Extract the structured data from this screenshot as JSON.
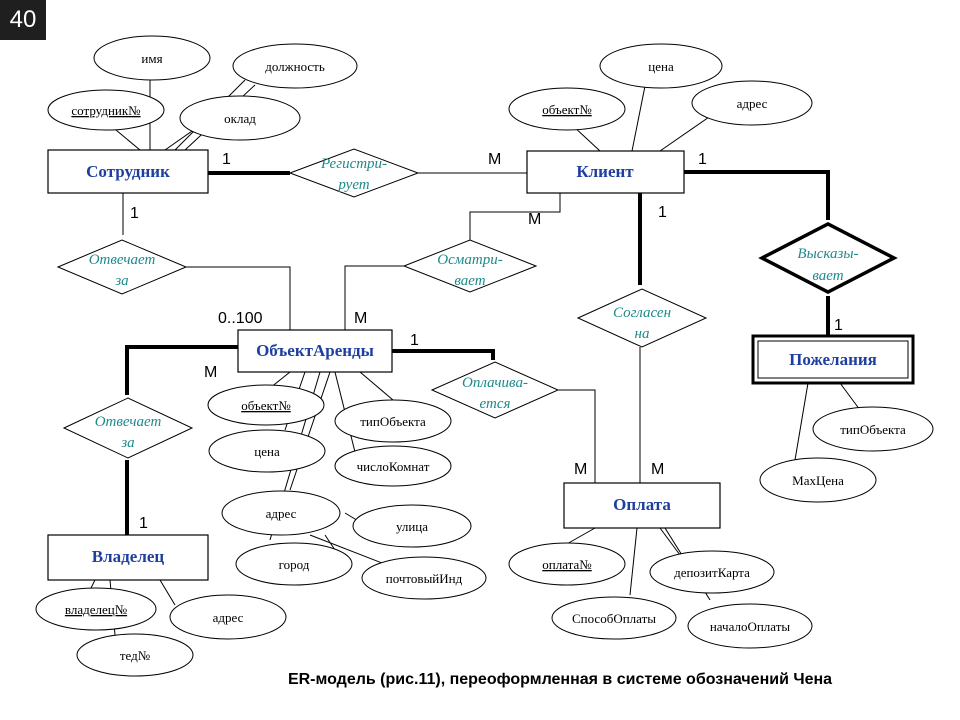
{
  "slide_number": "40",
  "caption": "ER-модель (рис.11), переоформленная в системе обозначений Чена",
  "entities": {
    "employee": "Сотрудник",
    "client": "Клиент",
    "property": "ОбъектАренды",
    "owner": "Владелец",
    "payment": "Оплата",
    "wishes": "Пожелания"
  },
  "relationships": {
    "registers": [
      "Регистри-",
      "рует"
    ],
    "responsible_top": [
      "Отвечает",
      "за"
    ],
    "views": [
      "Осматри-",
      "вает"
    ],
    "agreed": [
      "Согласен",
      "на"
    ],
    "expresses": [
      "Высказы-",
      "вает"
    ],
    "paid": [
      "Оплачива-",
      "ется"
    ],
    "responsible_bottom": [
      "Отвечает",
      "за"
    ]
  },
  "attributes": {
    "emp_name": "имя",
    "emp_position": "должность",
    "emp_id": "сотрудник№",
    "emp_salary": "оклад",
    "cl_price": "цена",
    "cl_address": "адрес",
    "cl_object": "объект№",
    "pr_object": "объект№",
    "pr_type": "типОбъекта",
    "pr_price": "цена",
    "pr_rooms": "числоКомнат",
    "pr_address": "адрес",
    "pr_street": "улица",
    "pr_city": "город",
    "pr_postcode": "почтовыйИнд",
    "ow_id": "владелец№",
    "ow_address": "адрес",
    "ow_phone": "тед№",
    "pay_id": "оплата№",
    "pay_deposit": "депозитКарта",
    "pay_method": "СпособОплаты",
    "pay_start": "началоОплаты",
    "wi_type": "типОбъекта",
    "wi_maxprice": "МахЦена"
  },
  "cardinalities": {
    "emp_reg": "1",
    "client_reg": "M",
    "client_wish": "1",
    "emp_resp": "1",
    "client_view": "M",
    "client_agree": "1",
    "prop_resp": "0..100",
    "prop_view": "M",
    "prop_paid": "1",
    "wish_exp": "1",
    "prop_owner": "M",
    "pay_paid": "M",
    "pay_agree": "M",
    "owner_resp": "1"
  },
  "colors": {
    "entity_text": "#1f3fa0",
    "relationship_text": "#1f8a8a"
  }
}
